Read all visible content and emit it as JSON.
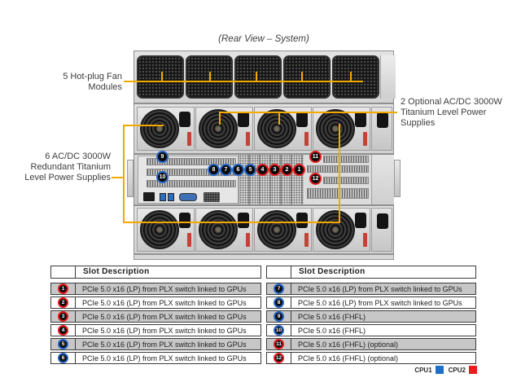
{
  "page": {
    "title": "(Rear View – System)"
  },
  "annotations": {
    "fan_label": {
      "line1": "5 Hot-plug Fan",
      "line2": "Modules"
    },
    "psu_left_label": {
      "line1": "6 AC/DC 3000W",
      "line2": "Redundant Titanium",
      "line3": "Level Power Supplies"
    },
    "psu_right_label": {
      "line1": "2 Optional AC/DC 3000W",
      "line2": "Titanium Level Power",
      "line3": "Supplies"
    }
  },
  "diagram": {
    "callouts": [
      {
        "num": "1",
        "cpu": "cpu2"
      },
      {
        "num": "2",
        "cpu": "cpu2"
      },
      {
        "num": "3",
        "cpu": "cpu2"
      },
      {
        "num": "4",
        "cpu": "cpu2"
      },
      {
        "num": "5",
        "cpu": "cpu1"
      },
      {
        "num": "6",
        "cpu": "cpu1"
      },
      {
        "num": "7",
        "cpu": "cpu1"
      },
      {
        "num": "8",
        "cpu": "cpu1"
      },
      {
        "num": "9",
        "cpu": "cpu1"
      },
      {
        "num": "10",
        "cpu": "cpu1"
      },
      {
        "num": "11",
        "cpu": "cpu2"
      },
      {
        "num": "12",
        "cpu": "cpu2"
      }
    ]
  },
  "slot_tables": [
    {
      "header": "Slot Description",
      "rows": [
        {
          "num": "1",
          "cpu": "cpu2",
          "desc": "PCIe 5.0 x16 (LP) from PLX switch linked to GPUs"
        },
        {
          "num": "2",
          "cpu": "cpu2",
          "desc": "PCIe 5.0 x16 (LP) from PLX switch linked to GPUs"
        },
        {
          "num": "3",
          "cpu": "cpu2",
          "desc": "PCIe 5.0 x16 (LP) from PLX switch linked to GPUs"
        },
        {
          "num": "4",
          "cpu": "cpu2",
          "desc": "PCIe 5.0 x16 (LP) from PLX switch linked to GPUs"
        },
        {
          "num": "5",
          "cpu": "cpu1",
          "desc": "PCIe 5.0 x16 (LP) from PLX switch linked to GPUs"
        },
        {
          "num": "6",
          "cpu": "cpu1",
          "desc": "PCIe 5.0 x16 (LP) from PLX switch linked to GPUs"
        }
      ]
    },
    {
      "header": "Slot Description",
      "rows": [
        {
          "num": "7",
          "cpu": "cpu1",
          "desc": "PCIe 5.0 x16 (LP) from PLX switch linked to GPUs"
        },
        {
          "num": "8",
          "cpu": "cpu1",
          "desc": "PCIe 5.0 x16 (LP) from PLX switch linked to GPUs"
        },
        {
          "num": "9",
          "cpu": "cpu1",
          "desc": "PCIe 5.0 x16 (FHFL)"
        },
        {
          "num": "10",
          "cpu": "cpu1",
          "desc": "PCIe 5.0 x16 (FHFL)"
        },
        {
          "num": "11",
          "cpu": "cpu2",
          "desc": "PCIe 5.0 x16 (FHFL) (optional)"
        },
        {
          "num": "12",
          "cpu": "cpu2",
          "desc": "PCIe 5.0 x16 (FHFL) (optional)"
        }
      ]
    }
  ],
  "legend": {
    "cpu1_label": "CPU1",
    "cpu2_label": "CPU2",
    "cpu1_color": "#1e6fc8",
    "cpu2_color": "#ea1c1c",
    "callout_line_color": "#F2A900"
  }
}
